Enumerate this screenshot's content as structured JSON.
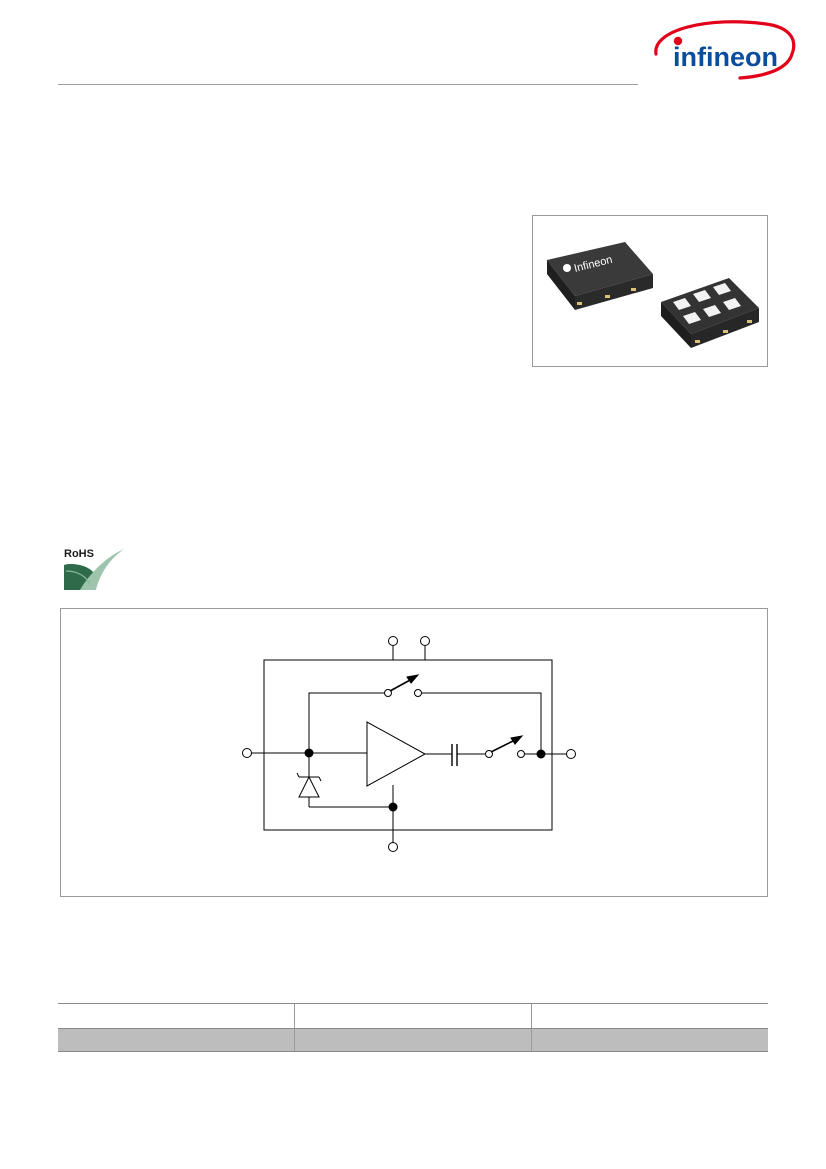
{
  "brand": {
    "logo_text": "infineon",
    "color": "#e2001a",
    "ring_color": "#e2001a",
    "text_color": "#0a4d9c"
  },
  "product_photo": {
    "chip_marking": "Infineon",
    "package_color": "#2b2b2b",
    "pad_color": "#d9c27a"
  },
  "rohs": {
    "label": "RoHS",
    "leaf_color": "#2f6b4a"
  },
  "block_diagram": {
    "components": [
      "amplifier",
      "capacitor",
      "bypass-switch",
      "output-switch",
      "esd-diode"
    ]
  },
  "table": {
    "columns": [
      "",
      "",
      ""
    ],
    "rows": [
      [
        "",
        "",
        ""
      ]
    ]
  }
}
